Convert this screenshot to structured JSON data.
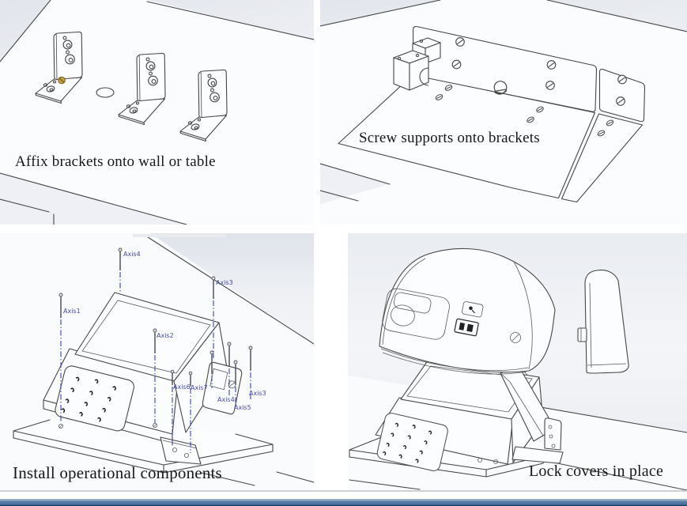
{
  "panels": {
    "affix": {
      "caption": "Affix brackets onto wall or table"
    },
    "screw_supports": {
      "caption": "Screw supports onto brackets"
    },
    "install": {
      "caption": "Install operational components",
      "axis_labels": [
        "Axis4",
        "Axis3",
        "Axis1",
        "Axis2",
        "Axis6",
        "Axis7",
        "Axis4",
        "Axis5",
        "Axis3"
      ]
    },
    "lock": {
      "caption": "Lock covers in place"
    }
  },
  "icons": {
    "screw_head": "slotted-screw-icon",
    "brass_screw": "brass-screw-icon",
    "axis_pin": "screw-pin-icon",
    "keypad": "keypad-icon",
    "lock_barrel": "lock-barrel-icon"
  },
  "colors": {
    "axis_label_blue": "#4448b8",
    "axis_centerline_blue": "#3d41bd",
    "drawing_line": "#474747",
    "brass_screw": "#c9a23f",
    "footer_bar_blue": "#4d74a2"
  }
}
